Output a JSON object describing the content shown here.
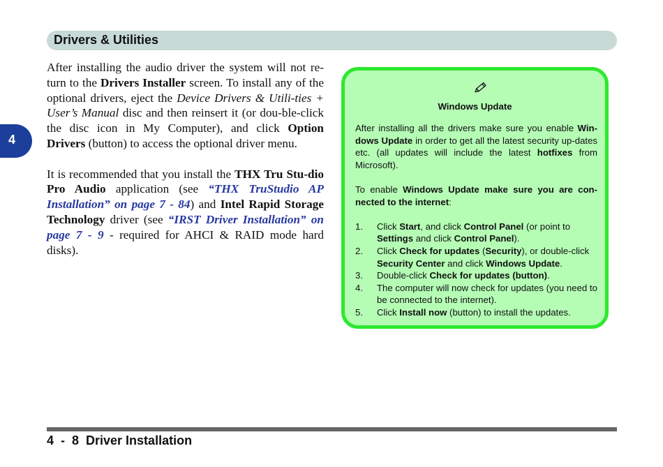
{
  "header": {
    "title": "Drivers & Utilities"
  },
  "chapter_tab": {
    "number": "4"
  },
  "body": {
    "p1": {
      "t1": "After installing the audio driver the system will not re-turn to the ",
      "b1": "Drivers Installer",
      "t2": " screen. To install any of the optional drivers, eject the ",
      "i1": "Device Drivers & Utili-ties + User’s Manual",
      "t3": " disc and then reinsert it (or dou-ble-click the disc icon in My Computer), and click ",
      "b2": "Option Drivers",
      "t4": " (button) to access the optional driver menu."
    },
    "p2": {
      "t1": "It is recommended that you install the ",
      "b1": "THX Tru Stu-dio Pro Audio",
      "t2": " application (see ",
      "x1": "“THX TruStudio AP Installation” on page 7 - 84",
      "t3": ") and ",
      "b2": "Intel Rapid Storage Technology",
      "t4": " driver (see ",
      "x2": "“IRST Driver Installation” on page 7 - 9",
      "t5": " - required for AHCI & RAID mode hard disks)."
    }
  },
  "note": {
    "icon": "pencil-icon",
    "title": "Windows Update",
    "p1": {
      "t1": "After installing all the drivers make sure you enable ",
      "b1": "Win-dows Update",
      "t2": " in order to get all the latest security up-dates etc. (all updates will include the latest ",
      "b2": "hotfixes",
      "t3": " from Microsoft)."
    },
    "p2": {
      "t1": "To enable ",
      "b1": "Windows Update make sure you are con-nected to the internet",
      "t2": ":"
    },
    "steps": [
      {
        "num": "1.",
        "t1": "Click ",
        "b1": "Start",
        "t2": ", and click ",
        "b2": "Control Panel",
        "t3": " (or point to ",
        "b3": "Settings",
        "t4": " and click ",
        "b4": "Control Panel",
        "t5": ")."
      },
      {
        "num": "2.",
        "t1": "Click ",
        "b1": "Check for updates",
        "t2": " (",
        "b2": "Security",
        "t3": "), or double-click ",
        "b3": "Security Center",
        "t4": " and click ",
        "b4": "Windows Update",
        "t5": "."
      },
      {
        "num": "3.",
        "t1": "Double-click ",
        "b1": "Check for updates (button)",
        "t2": "."
      },
      {
        "num": "4.",
        "t1": "The computer will now check for updates (you need to be connected to the internet)."
      },
      {
        "num": "5.",
        "t1": "Click ",
        "b1": "Install now",
        "t2": " (button) to install the updates."
      }
    ]
  },
  "footer": {
    "page_label": "4  -  8  Driver Installation"
  },
  "colors": {
    "header_bar": "#c7dad6",
    "chapter_tab": "#1b3f9a",
    "note_fill": "#b5fcb5",
    "note_border": "#2ee82e",
    "xref": "#2838a0",
    "footer_rule": "#666666"
  }
}
